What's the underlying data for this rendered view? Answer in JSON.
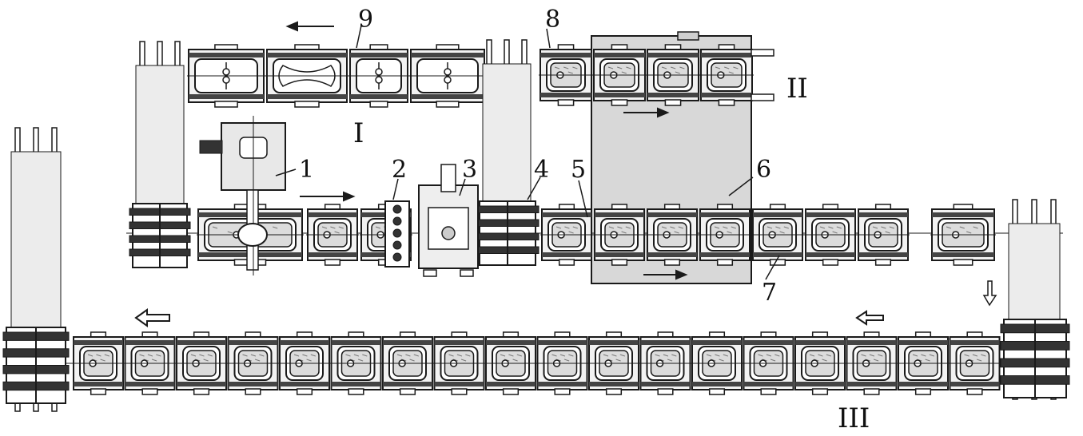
{
  "labels": {
    "n1": "1",
    "n2": "2",
    "n3": "3",
    "n4": "4",
    "n5": "5",
    "n6": "6",
    "n7": "7",
    "n8": "8",
    "n9": "9"
  },
  "zones": {
    "z1": "I",
    "z2": "II",
    "z3": "III"
  },
  "colors": {
    "ink": "#1a1a1a",
    "paper": "#ffffff",
    "fill": "#dcdcdc",
    "tray_bg": "#f2f2f2"
  }
}
